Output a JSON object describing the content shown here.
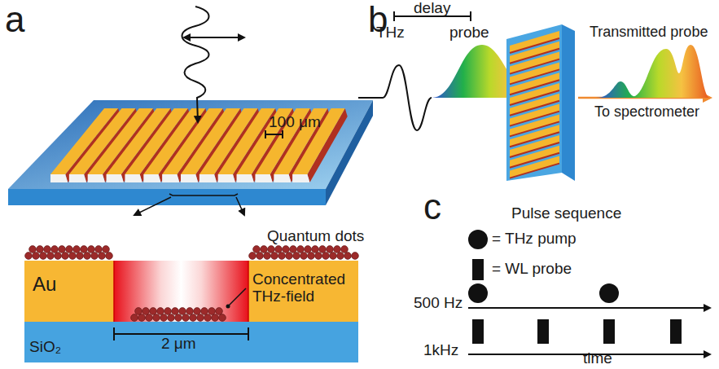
{
  "diagram": {
    "labels": [
      "a",
      "b",
      "c",
      "100 μm",
      "Quantum dots",
      "Au",
      "Concentrated THz-field",
      "SiO₂",
      "2 μm",
      "delay",
      "THz",
      "probe",
      "Transmitted probe",
      "To spectrometer",
      "Pulse sequence",
      "500 Hz",
      "1kHz",
      "time"
    ],
    "legend": [
      {
        "text": "= THz pump"
      },
      {
        "text": "= WL probe"
      }
    ]
  }
}
